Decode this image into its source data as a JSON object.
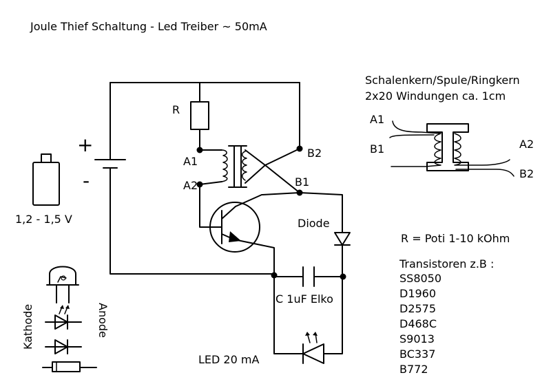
{
  "title": "Joule Thief Schaltung - Led Treiber ~ 50mA",
  "labels": {
    "plus": "+",
    "minus": "-",
    "voltage": "1,2 - 1,5 V",
    "r": "R",
    "a1": "A1",
    "a2": "A2",
    "b1": "B1",
    "b2": "B2",
    "diode": "Diode",
    "capacitor": "C 1uF Elko",
    "led": "LED 20 mA",
    "kathode": "Kathode",
    "anode": "Anode"
  },
  "coil": {
    "title_line1": "Schalenkern/Spule/Ringkern",
    "title_line2": "2x20 Windungen ca. 1cm",
    "a1": "A1",
    "b1": "B1",
    "a2": "A2",
    "b2": "B2"
  },
  "notes": {
    "r_value": "R = Poti 1-10 kOhm",
    "transistors_heading": "Transistoren z.B :",
    "transistors": [
      "SS8050",
      "D1960",
      "D2575",
      "D468C",
      "S9013",
      "BC337",
      "B772"
    ]
  }
}
